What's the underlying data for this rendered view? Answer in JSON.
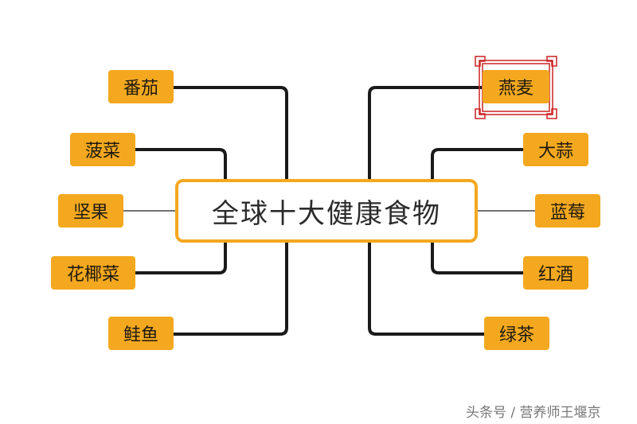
{
  "center": {
    "title": "全球十大健康食物"
  },
  "left_items": [
    {
      "label": "番茄"
    },
    {
      "label": "菠菜"
    },
    {
      "label": "坚果"
    },
    {
      "label": "花椰菜"
    },
    {
      "label": "鲑鱼"
    }
  ],
  "right_items": [
    {
      "label": "燕麦"
    },
    {
      "label": "大蒜"
    },
    {
      "label": "蓝莓"
    },
    {
      "label": "红酒"
    },
    {
      "label": "绿茶"
    }
  ],
  "watermark": "头条号 / 营养师王堰京",
  "colors": {
    "node_fill": "#f3a81f",
    "connector": "#1a1a1a",
    "ornament": "#cc2222"
  }
}
